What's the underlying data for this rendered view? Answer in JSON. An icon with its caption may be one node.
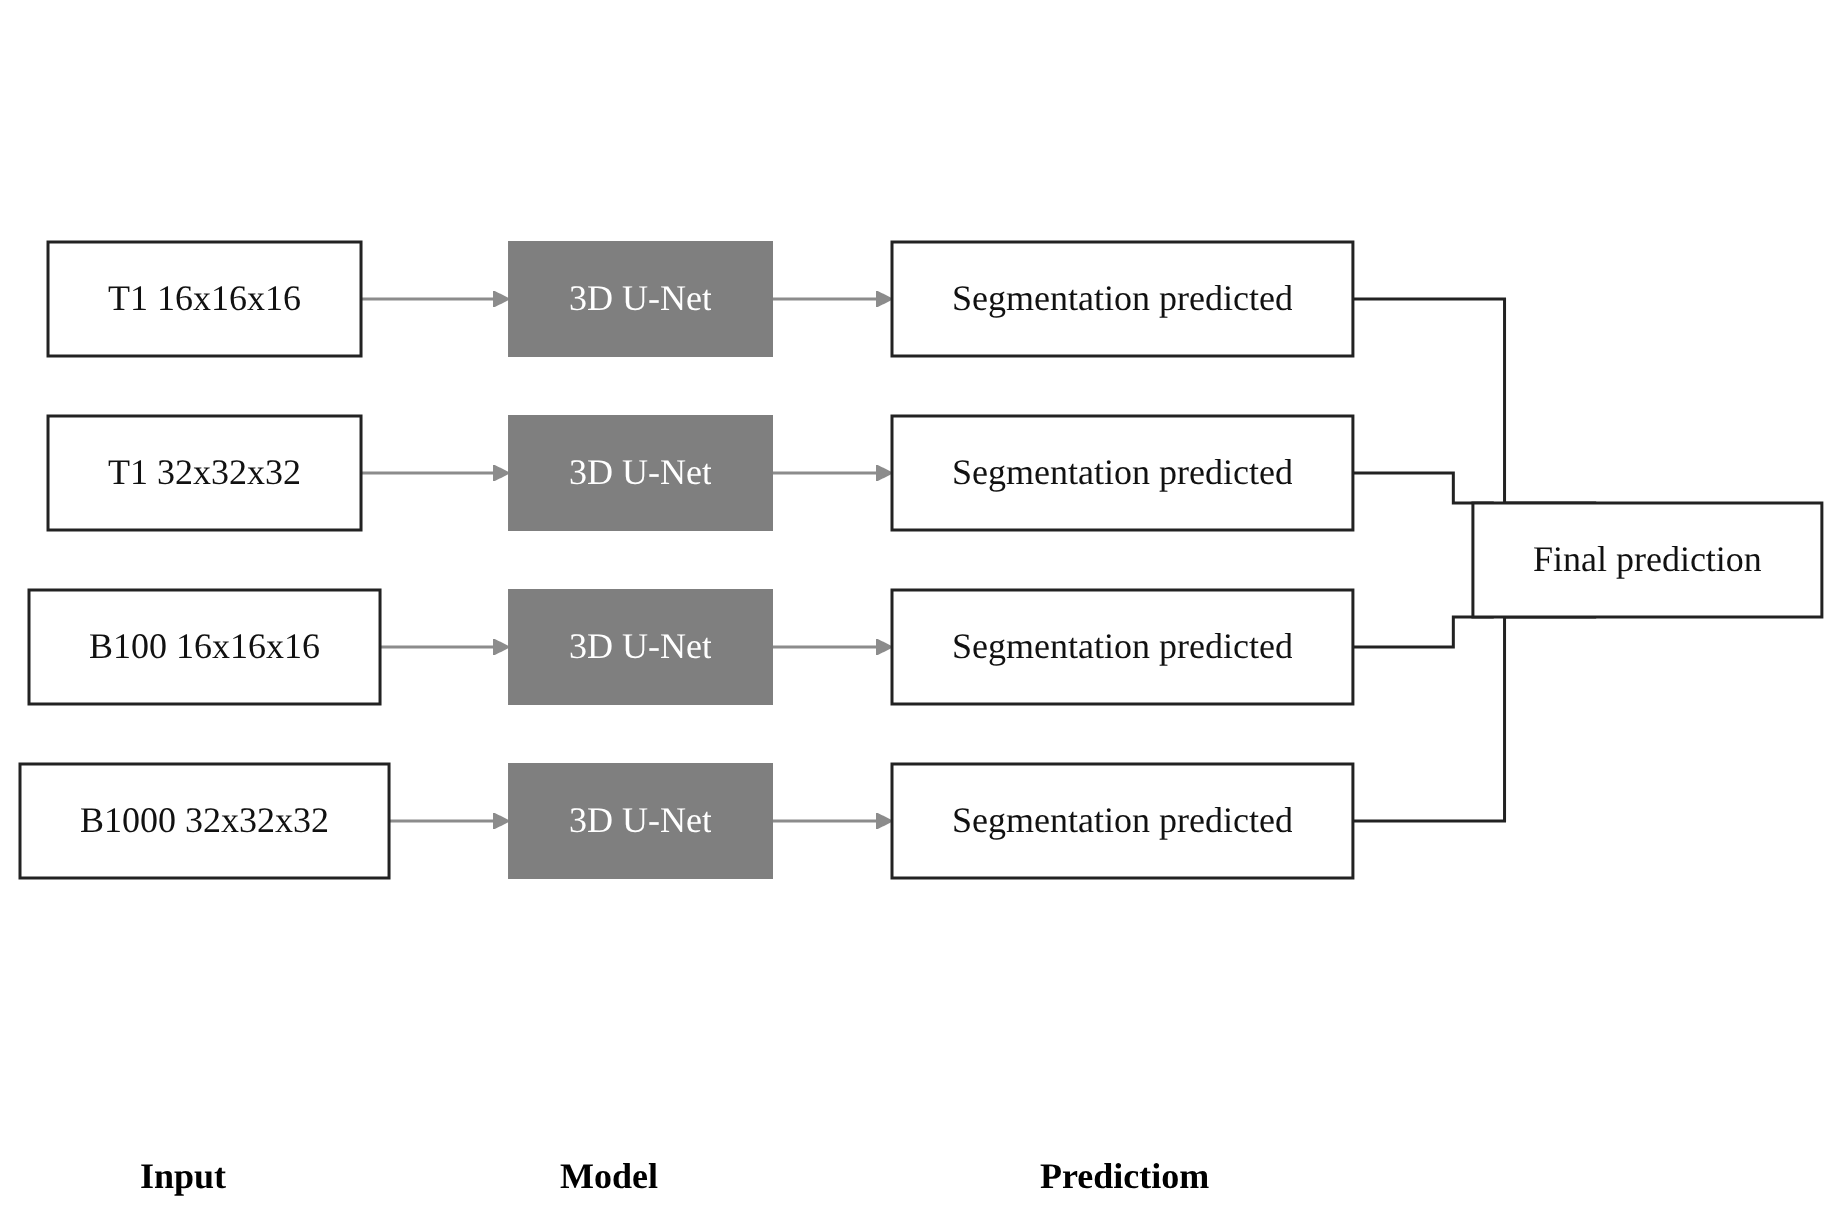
{
  "diagram": {
    "nodes": [
      {
        "text": [
          "T1 16x16x16"
        ]
      },
      {
        "text": [
          "3D U-Net"
        ]
      },
      {
        "text": [
          "Segmentation predicted"
        ]
      },
      {
        "text": [
          "T1 32x32x32"
        ]
      },
      {
        "text": [
          "3D U-Net"
        ]
      },
      {
        "text": [
          "Segmentation predicted"
        ]
      },
      {
        "text": [
          "B100 16x16x16"
        ]
      },
      {
        "text": [
          "3D U-Net"
        ]
      },
      {
        "text": [
          "Segmentation predicted"
        ]
      },
      {
        "text": [
          "B1000 32x32x32"
        ]
      },
      {
        "text": [
          "3D U-Net"
        ]
      },
      {
        "text": [
          "Segmentation predicted"
        ]
      },
      {
        "text": [
          "Final prediction"
        ]
      }
    ],
    "edges": [
      {
        "from": 0,
        "to": 1,
        "arrow": "to"
      },
      {
        "from": 1,
        "to": 2,
        "arrow": "to"
      },
      {
        "from": 3,
        "to": 4,
        "arrow": "to"
      },
      {
        "from": 4,
        "to": 5,
        "arrow": "to"
      },
      {
        "from": 6,
        "to": 7,
        "arrow": "to"
      },
      {
        "from": 7,
        "to": 8,
        "arrow": "to"
      },
      {
        "from": 9,
        "to": 10,
        "arrow": "to"
      },
      {
        "from": 10,
        "to": 11,
        "arrow": "to"
      },
      {
        "from": 2,
        "to": 12,
        "arrow": "none",
        "color": "#222222"
      },
      {
        "from": 5,
        "to": 12,
        "arrow": "none",
        "color": "#222222"
      },
      {
        "from": 8,
        "to": 12,
        "arrow": "none",
        "color": "#222222"
      },
      {
        "from": 11,
        "to": 12,
        "arrow": "none",
        "color": "#222222"
      }
    ],
    "labels": [
      "Input",
      "Model",
      "Predictiom"
    ]
  }
}
